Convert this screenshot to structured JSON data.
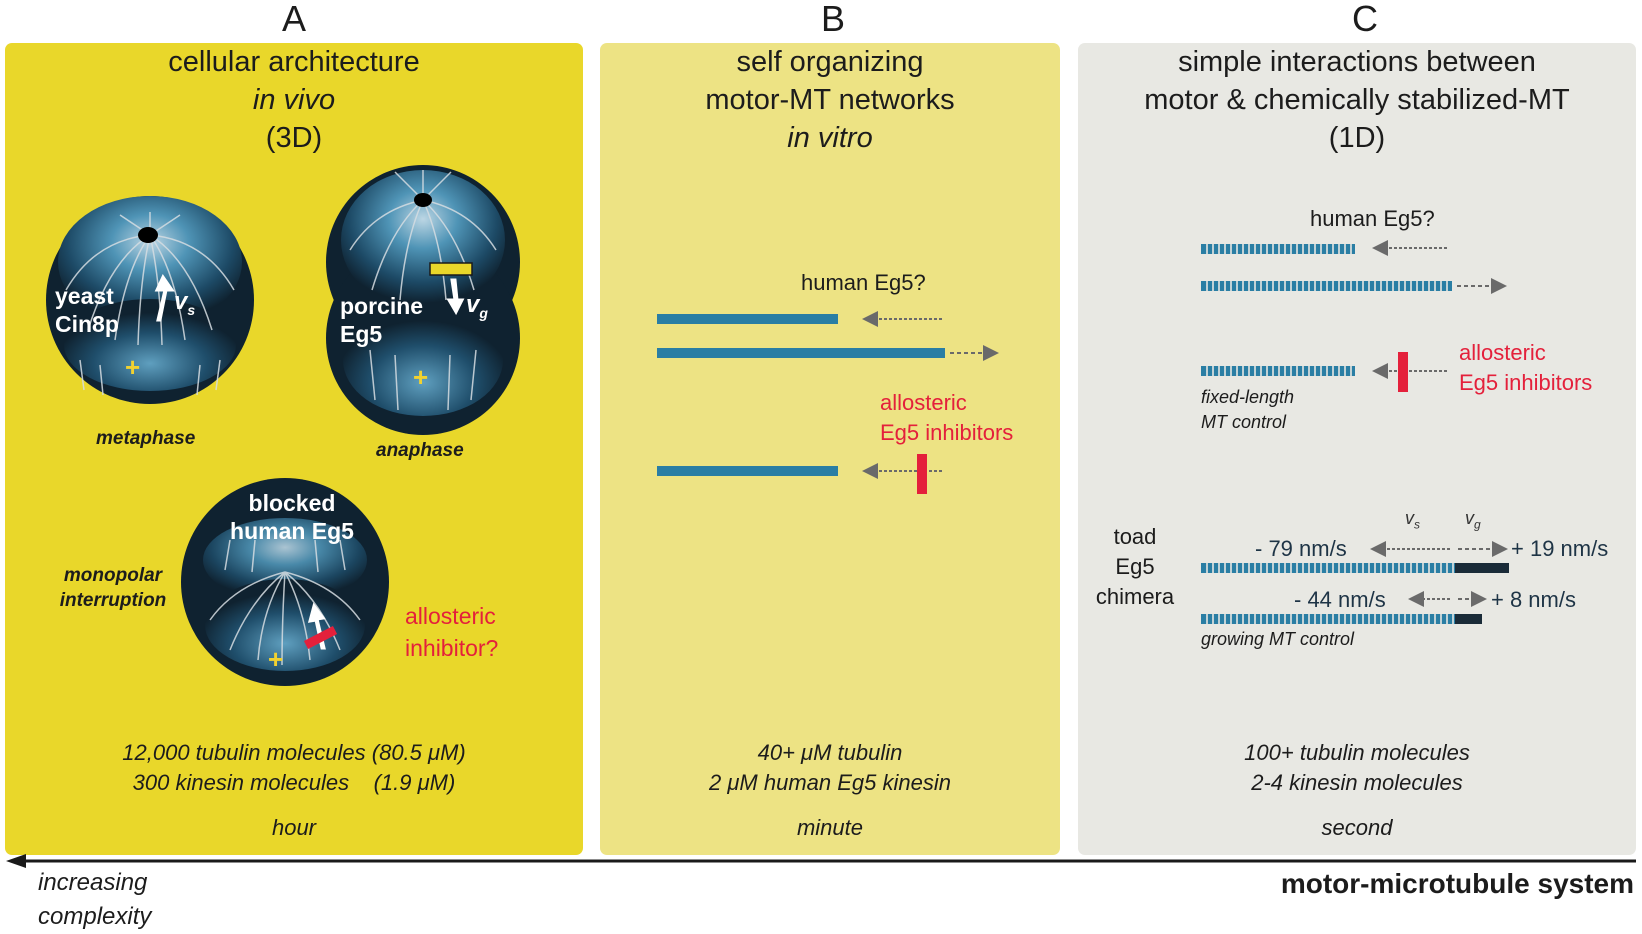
{
  "panels": {
    "a": {
      "letter": "A",
      "title": [
        "cellular architecture",
        "in vivo",
        "(3D)"
      ],
      "cell1": {
        "name": [
          "yeast",
          "Cin8p"
        ],
        "velocity": "v",
        "velocity_sub": "s",
        "plus": "+",
        "caption": "metaphase"
      },
      "cell2": {
        "name": [
          "porcine",
          "Eg5"
        ],
        "velocity": "v",
        "velocity_sub": "g",
        "plus": "+",
        "caption": "anaphase"
      },
      "cell3": {
        "name": [
          "blocked",
          "human Eg5"
        ],
        "plus": "+",
        "caption": [
          "monopolar",
          "interruption"
        ],
        "inhibitor": [
          "allosteric",
          "inhibitor?"
        ]
      },
      "stats": [
        "12,000 tubulin molecules (80.5 μM)",
        "300 kinesin molecules    (1.9 μM)"
      ],
      "time": "hour"
    },
    "b": {
      "letter": "B",
      "title": [
        "self organizing",
        "motor-MT networks",
        "in vitro"
      ],
      "motor_label": "human Eg5?",
      "inhibitor_label": [
        "allosteric",
        "Eg5 inhibitors"
      ],
      "stats": [
        "40+ μM tubulin",
        "2 μM human Eg5 kinesin"
      ],
      "time": "minute"
    },
    "c": {
      "letter": "C",
      "title": [
        "simple interactions between",
        "motor & chemically stabilized-MT",
        "(1D)"
      ],
      "motor_label": "human Eg5?",
      "inhibitor_label": [
        "allosteric",
        "Eg5 inhibitors"
      ],
      "control1": [
        "fixed-length",
        "MT control"
      ],
      "chimera_label": [
        "toad",
        "Eg5",
        "chimera"
      ],
      "vs": "v",
      "vs_sub": "s",
      "vg": "v",
      "vg_sub": "g",
      "speed_left_1": "- 79 nm/s",
      "speed_right_1": "+ 19 nm/s",
      "speed_left_2": "- 44 nm/s",
      "speed_right_2": "+ 8 nm/s",
      "control2": "growing MT control",
      "stats": [
        "100+ tubulin molecules",
        "2-4 kinesin molecules"
      ],
      "time": "second"
    }
  },
  "axis": {
    "left_label": [
      "increasing",
      "complexity"
    ],
    "right_label": "motor-microtubule system"
  },
  "colors": {
    "panel_a": "#e9d72a",
    "panel_b": "#ede384",
    "panel_c": "#e8e8e3",
    "microtubule": "#2a7ea4",
    "inhibitor": "#e4203b",
    "cell_dark": "#0f2230"
  }
}
